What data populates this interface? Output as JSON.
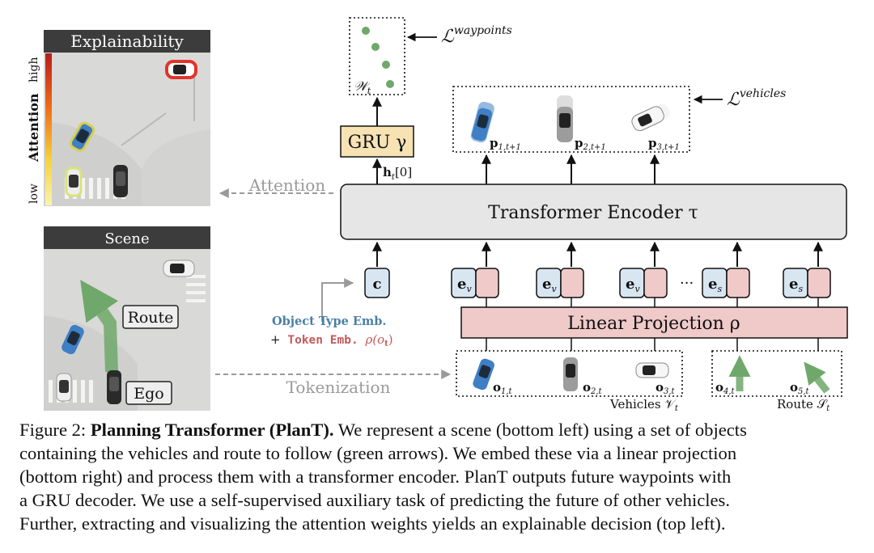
{
  "figure": {
    "explainability": {
      "title": "Explainability",
      "scale_high": "high",
      "scale_low": "low",
      "scale_label": "Attention"
    },
    "scene": {
      "title": "Scene",
      "route_label": "Route",
      "ego_label": "Ego"
    },
    "arrows": {
      "attention": "Attention",
      "tokenization": "Tokenization"
    },
    "waypoints": {
      "box_label": "𝒲",
      "box_sub": "t",
      "loss": "ℒ",
      "loss_sup": "waypoints"
    },
    "vehicles_loss": {
      "loss": "ℒ",
      "loss_sup": "vehicles",
      "predictions": [
        {
          "p": "p",
          "sub": "1,t+1"
        },
        {
          "p": "p",
          "sub": "2,t+1"
        },
        {
          "p": "p",
          "sub": "3,t+1"
        }
      ]
    },
    "gru": {
      "label": "GRU γ",
      "hidden": "h",
      "hidden_sub": "t",
      "hidden_index": "[0]"
    },
    "encoder": {
      "label": "Transformer Encoder τ"
    },
    "projection": {
      "label": "Linear Projection ρ"
    },
    "tokens": {
      "cls": "c",
      "ellipsis": "···",
      "emb": [
        {
          "e": "e",
          "sub": "v"
        },
        {
          "e": "e",
          "sub": "v"
        },
        {
          "e": "e",
          "sub": "v"
        },
        {
          "e": "e",
          "sub": "s"
        },
        {
          "e": "e",
          "sub": "s"
        }
      ]
    },
    "legend": {
      "object_type": "Object Type Emb.",
      "plus": "+",
      "token_emb": "Token Emb.",
      "token_fn": "ρ(o",
      "token_fn_sub": "t",
      "token_fn_close": ")"
    },
    "objects": {
      "vehicles": [
        {
          "o": "o",
          "sub": "1,t"
        },
        {
          "o": "o",
          "sub": "2,t"
        },
        {
          "o": "o",
          "sub": "3,t"
        }
      ],
      "route": [
        {
          "o": "o",
          "sub": "4,t"
        },
        {
          "o": "o",
          "sub": "5,t"
        }
      ],
      "vehicles_label": "Vehicles 𝒱",
      "vehicles_sub": "t",
      "route_label": "Route 𝒮",
      "route_sub": "t"
    },
    "colors": {
      "gru_fill": "#f6e2b3",
      "encoder_fill": "#e6e6e6",
      "projection_fill": "#f0c9c9",
      "token_pink": "#f0c9c9",
      "token_blue": "#d8e6f2",
      "object_type_text": "#4a7fa6",
      "token_emb_text": "#c25a5a",
      "waypoint_green": "#6fa86a"
    }
  },
  "caption": {
    "fig_label": "Figure 2:",
    "bold_title": "Planning Transformer (PlanT).",
    "line1_rest": " We represent a scene (bottom left) using a set of objects",
    "line2": "containing the vehicles and route to follow (green arrows). We embed these via a linear projection",
    "line3": "(bottom right) and process them with a transformer encoder. PlanT outputs future waypoints with",
    "line4": "a GRU decoder. We use a self-supervised auxiliary task of predicting the future of other vehicles.",
    "line5": "Further, extracting and visualizing the attention weights yields an explainable decision (top left)."
  }
}
